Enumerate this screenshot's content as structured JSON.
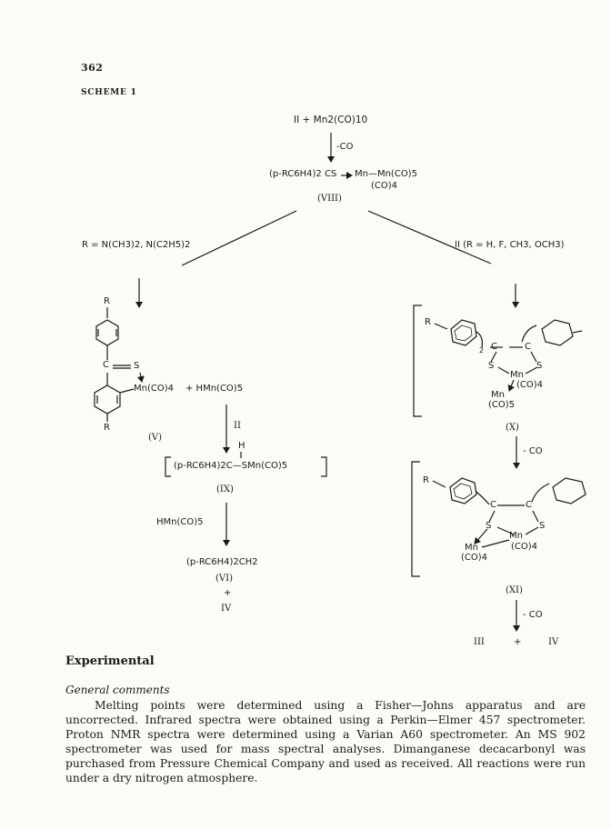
{
  "page": {
    "number": "362",
    "scheme_label": "SCHEME 1"
  },
  "scheme": {
    "top_reactants": "II + Mn2(CO)10",
    "minus_co_1": "-CO",
    "intermediate_left": "(p-RC6H4)2 CS",
    "intermediate_mn": "Mn—Mn(CO)5",
    "intermediate_co4": "(CO)4",
    "label_VIII": "(VIII)",
    "left_condition": "R = N(CH3)2, N(C2H5)2",
    "right_condition": "II (R = H, F, CH3, OCH3)",
    "v_r_top": "R",
    "v_r_bottom": "R",
    "v_c": "C",
    "v_s": "S",
    "v_mn_co4": "Mn(CO)4",
    "v_plus_hmn": "+ HMn(CO)5",
    "label_V": "(V)",
    "reagent_II": "II",
    "ix_h": "H",
    "ix_formula": "(p-RC6H4)2C—SMn(CO)5",
    "label_IX": "(IX)",
    "reagent_hmn": "HMn(CO)5",
    "vi_formula": "(p-RC6H4)2CH2",
    "label_VI": "(VI)",
    "plus": "+",
    "label_IV": "IV",
    "x_r": "R",
    "x_sub2": "2",
    "x_c1": "C",
    "x_c2": "C",
    "x_s1": "S",
    "x_s2": "S",
    "x_mn": "Mn",
    "x_co4": "(CO)4",
    "x_mn2": "Mn",
    "x_co5": "(CO)5",
    "label_X": "(X)",
    "minus_co_2": "- CO",
    "xi_r": "R",
    "xi_c1": "C",
    "xi_c2": "C",
    "xi_s1": "S",
    "xi_s2": "S",
    "xi_mn": "Mn",
    "xi_mn_left": "Mn",
    "xi_co4_left": "(CO)4",
    "xi_co4_right": "(CO)4",
    "label_XI": "(XI)",
    "minus_co_3": "- CO",
    "final_III": "III",
    "final_plus": "+",
    "final_IV": "IV"
  },
  "experimental": {
    "heading": "Experimental",
    "subheading": "General comments",
    "paragraph": "Melting points were determined using a Fisher—Johns apparatus and are uncorrected. Infrared spectra were obtained using a Perkin—Elmer 457 spectrometer. Proton NMR spectra were determined using a Varian A60 spectrometer. An MS 902 spectrometer was used for mass spectral analyses. Dimanganese decacarbonyl was purchased from Pressure Chemical Company and used as received. All reactions were run under a dry nitrogen atmosphere."
  }
}
